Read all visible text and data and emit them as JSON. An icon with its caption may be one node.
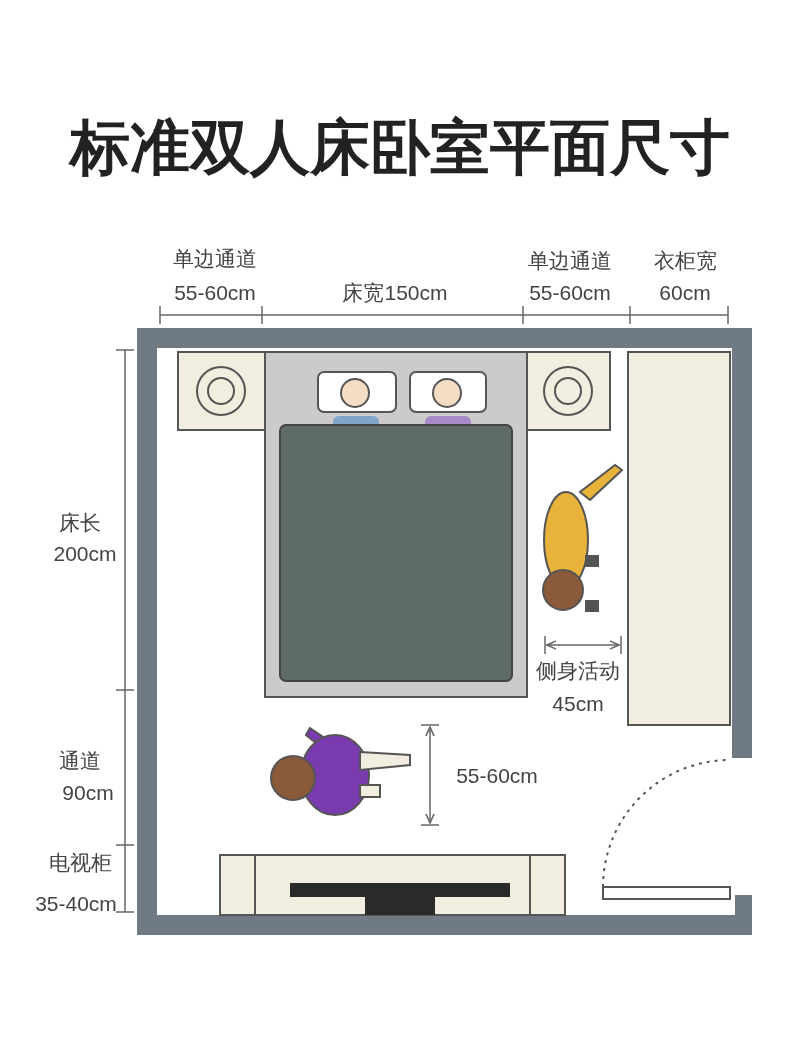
{
  "diagram": {
    "title": "标准双人床卧室平面尺寸",
    "labels": [
      "单边通道",
      "单边通道",
      "衣柜宽",
      "55-60cm",
      "床宽150cm",
      "55-60cm",
      "60cm",
      "床长",
      "200cm",
      "侧身活动",
      "45cm",
      "通道",
      "55-60cm",
      "90cm",
      "电视柜",
      "35-40cm"
    ]
  }
}
